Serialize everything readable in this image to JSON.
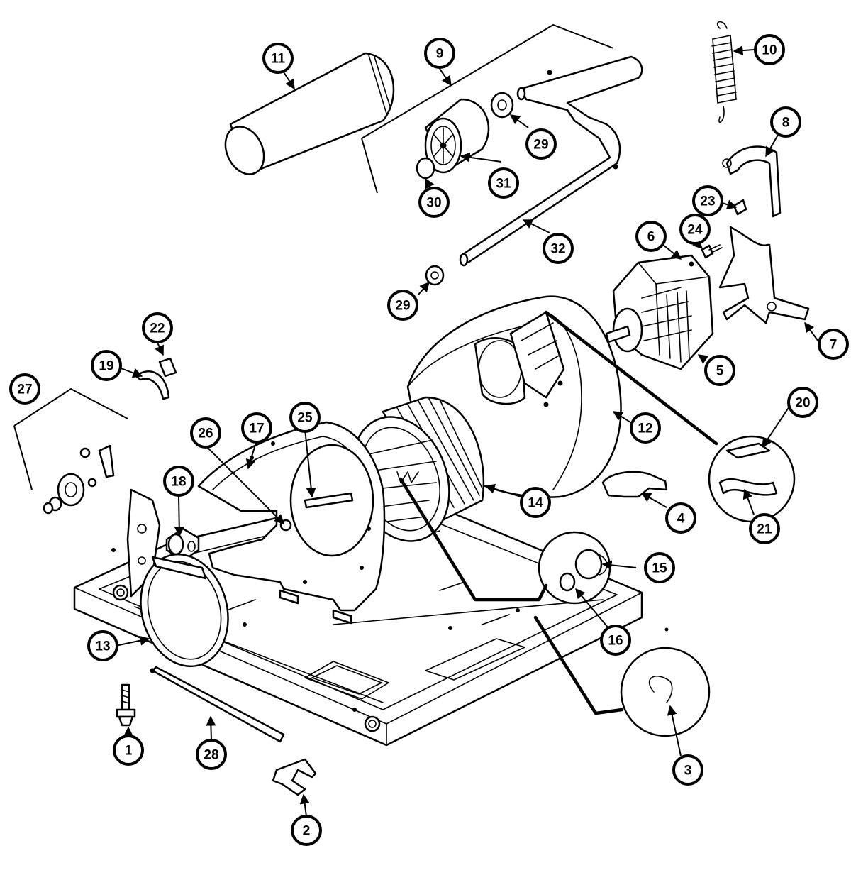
{
  "callouts": [
    "1",
    "2",
    "3",
    "4",
    "5",
    "6",
    "7",
    "8",
    "9",
    "10",
    "11",
    "12",
    "13",
    "14",
    "15",
    "16",
    "17",
    "18",
    "19",
    "20",
    "21",
    "22",
    "23",
    "24",
    "25",
    "26",
    "27",
    "28",
    "29",
    "29",
    "30",
    "31",
    "32"
  ],
  "colors": {
    "ink": "#000000",
    "paper": "#ffffff"
  }
}
